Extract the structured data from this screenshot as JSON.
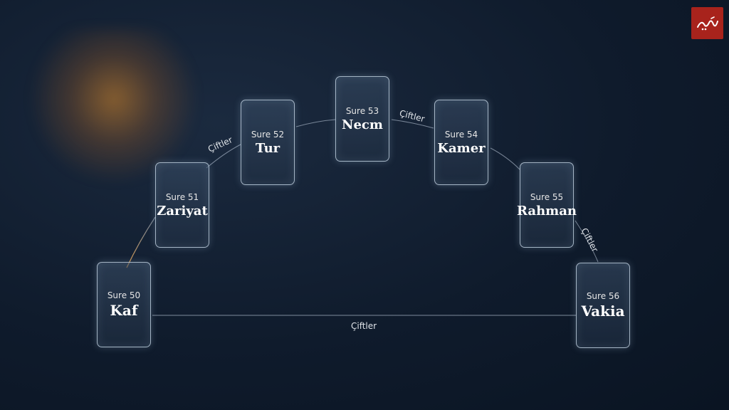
{
  "surahs": [
    {
      "num": "Sure 50",
      "name": "Kaf"
    },
    {
      "num": "Sure 51",
      "name": "Zariyat"
    },
    {
      "num": "Sure 52",
      "name": "Tur"
    },
    {
      "num": "Sure 53",
      "name": "Necm"
    },
    {
      "num": "Sure 54",
      "name": "Kamer"
    },
    {
      "num": "Sure 55",
      "name": "Rahman"
    },
    {
      "num": "Sure 56",
      "name": "Vakia"
    }
  ],
  "pair_labels": {
    "pair_51_52": "Çiftler",
    "pair_53_54": "Çiftler",
    "pair_55_56": "Çiftler",
    "pair_50_56": "Çiftler"
  },
  "colors": {
    "background": "#0f1b2c",
    "glow": "#e08c28",
    "logo": "#a8231c",
    "card_border": "#d2e1f0"
  },
  "logo_icon": "calligraphy-logo-icon"
}
